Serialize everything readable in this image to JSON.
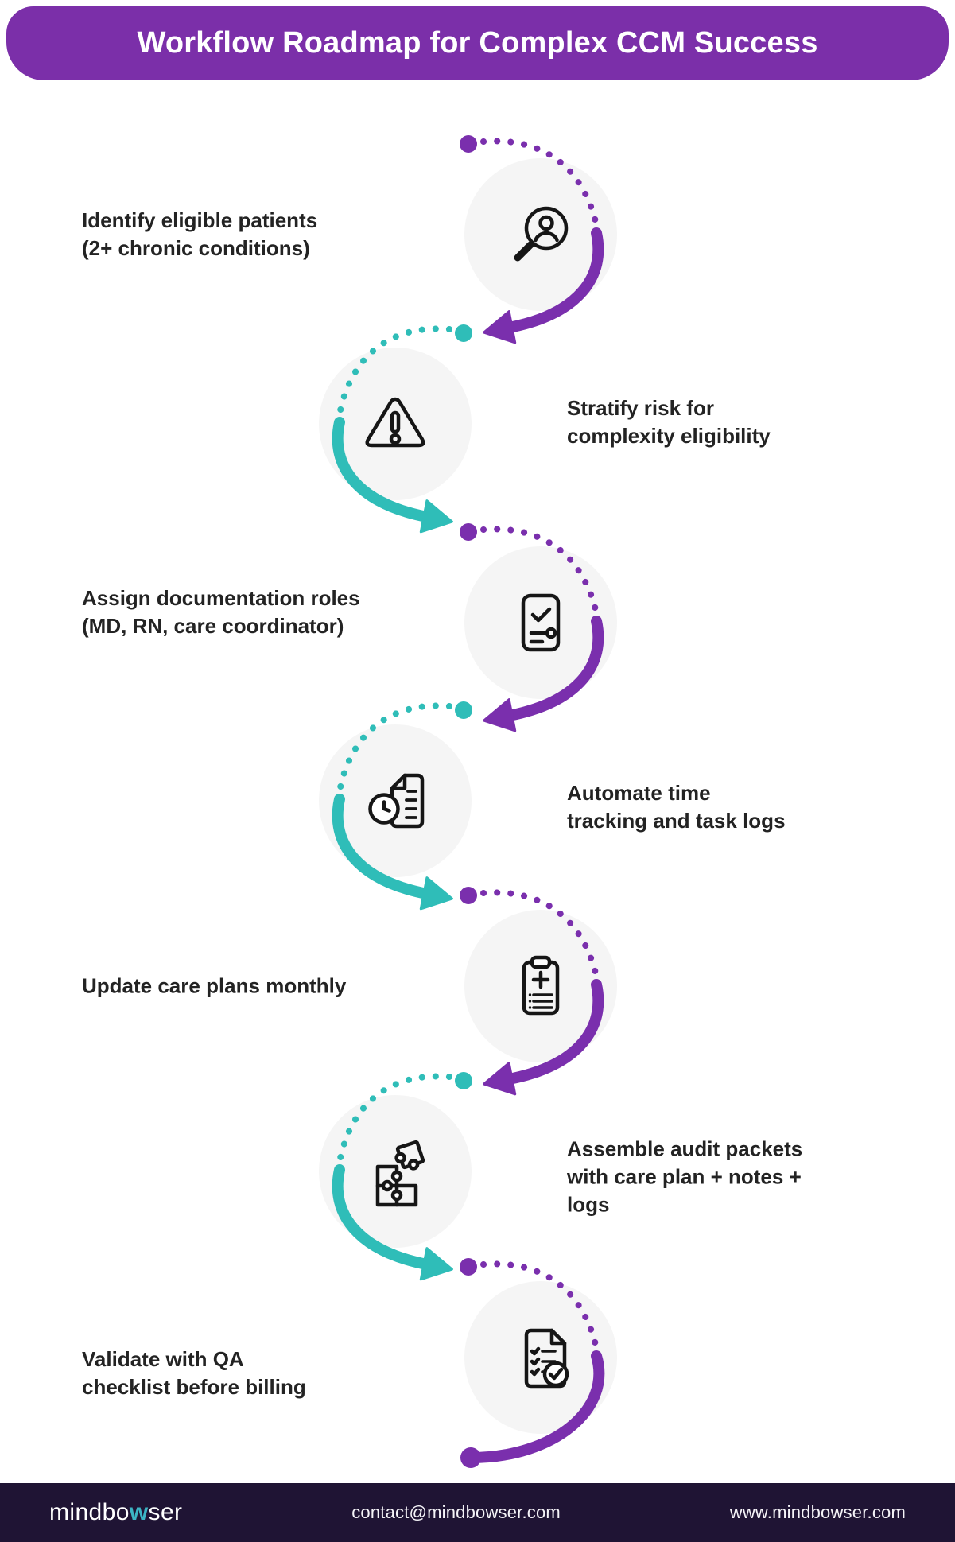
{
  "header": {
    "title": "Workflow Roadmap for Complex CCM Success"
  },
  "steps": [
    {
      "label": "Identify eligible patients\n(2+ chronic conditions)",
      "icon": "patient-search-icon",
      "icon_side": "right",
      "path_color": "purple"
    },
    {
      "label": "Stratify risk for\ncomplexity eligibility",
      "icon": "risk-warning-icon",
      "icon_side": "left",
      "path_color": "teal"
    },
    {
      "label": "Assign documentation roles\n(MD, RN, care coordinator)",
      "icon": "roles-document-icon",
      "icon_side": "right",
      "path_color": "purple"
    },
    {
      "label": "Automate time\ntracking and task logs",
      "icon": "time-tracking-document-icon",
      "icon_side": "left",
      "path_color": "teal"
    },
    {
      "label": "Update care plans monthly",
      "icon": "care-plan-clipboard-icon",
      "icon_side": "right",
      "path_color": "purple"
    },
    {
      "label": "Assemble audit packets\nwith care plan + notes +\nlogs",
      "icon": "audit-puzzle-icon",
      "icon_side": "left",
      "path_color": "teal"
    },
    {
      "label": "Validate with QA\nchecklist before billing",
      "icon": "qa-checklist-icon",
      "icon_side": "right",
      "path_color": "purple"
    }
  ],
  "colors": {
    "purple": "#7A2FAD",
    "teal": "#2FBDB8",
    "header_bg": "#7B2FA9",
    "footer_bg": "#1F1434",
    "circle_bg": "#F5F5F5",
    "icon_stroke": "#161616",
    "text": "#232323",
    "logo_accent": "#3CB4C4"
  },
  "footer": {
    "logo_pre": "mindbo",
    "logo_accent": "w",
    "logo_post": "ser",
    "email": "contact@mindbowser.com",
    "website": "www.mindbowser.com"
  }
}
